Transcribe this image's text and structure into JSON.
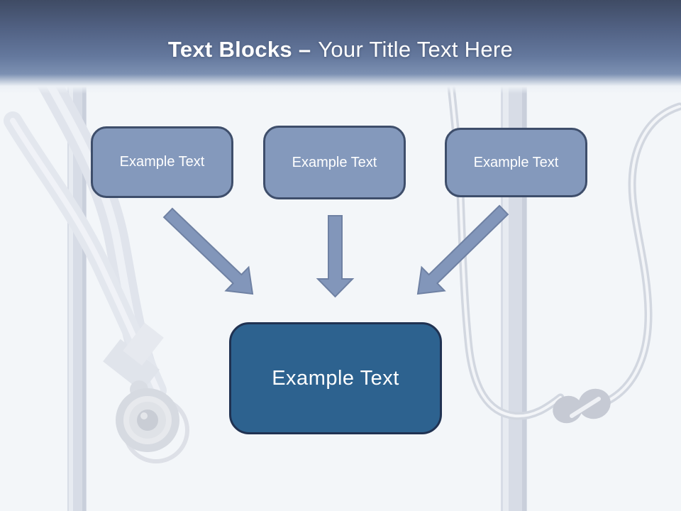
{
  "header": {
    "title_bold": "Text Blocks –",
    "title_regular": "Your Title Text Here"
  },
  "diagram": {
    "source_boxes": [
      {
        "label": "Example Text"
      },
      {
        "label": "Example Text"
      },
      {
        "label": "Example Text"
      }
    ],
    "target_box": {
      "label": "Example Text"
    }
  },
  "icons": {
    "arrow_left": "arrow-down-right-icon",
    "arrow_middle": "arrow-down-icon",
    "arrow_right": "arrow-down-left-icon",
    "background": "stethoscope-watermark"
  },
  "colors": {
    "header_top": "#3f4b64",
    "header_mid": "#64789d",
    "header_bottom": "#7c90b2",
    "page_bg": "#f3f6f9",
    "title_text": "#ffffff",
    "box_fill": "#8499bc",
    "box_border": "#3e4e6b",
    "box_text": "#ffffff",
    "center_box_fill": "#2d628f",
    "center_box_border": "#203252",
    "center_box_text": "#ffffff",
    "arrow_fill": "#8296ba",
    "arrow_stroke": "#6f81a3"
  }
}
